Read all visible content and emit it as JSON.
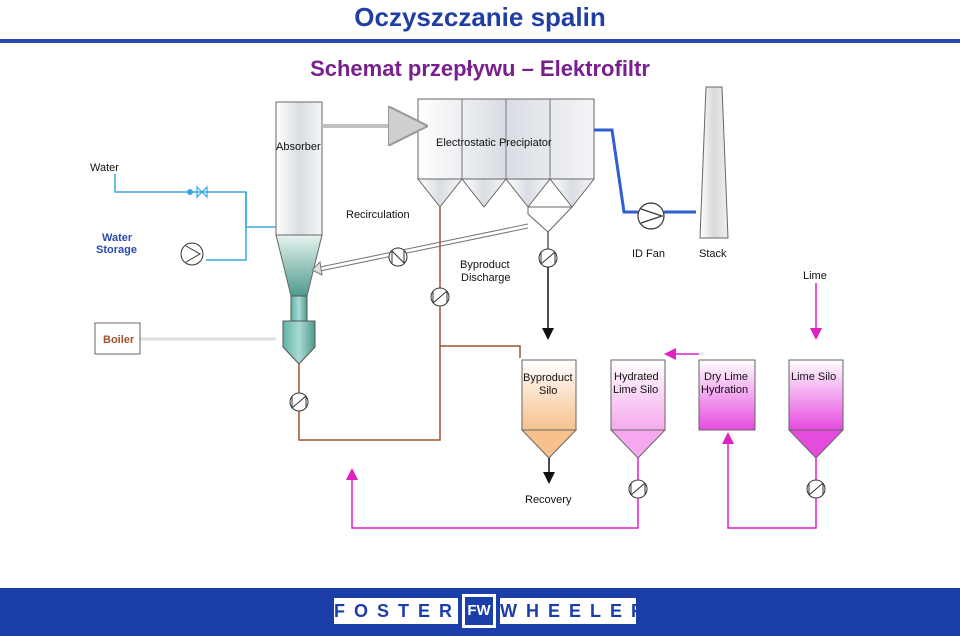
{
  "header": {
    "title": "Oczyszczanie spalin",
    "subtitle": "Schemat przepływu – Elektrofiltr"
  },
  "labels": {
    "water": "Water",
    "absorber": "Absorber",
    "esp": "Electrostatic Precipiator",
    "recirculation": "Recirculation",
    "water_storage_1": "Water",
    "water_storage_2": "Storage",
    "byproduct_discharge_1": "Byproduct",
    "byproduct_discharge_2": "Discharge",
    "id_fan": "ID Fan",
    "stack": "Stack",
    "lime": "Lime",
    "boiler": "Boiler",
    "byproduct_silo_1": "Byproduct",
    "byproduct_silo_2": "Silo",
    "hydrated_lime_silo_1": "Hydrated",
    "hydrated_lime_silo_2": "Lime  Silo",
    "dry_lime_hydration_1": "Dry Lime",
    "dry_lime_hydration_2": "Hydration",
    "lime_silo": "Lime  Silo",
    "recovery": "Recovery"
  },
  "footer": {
    "brand_left": "FOSTER",
    "brand_logo": "FW",
    "brand_right": "WHEELER"
  },
  "colors": {
    "title": "#1f3fa3",
    "subtitle": "#7a1f8f",
    "water_line": "#3aa7e0",
    "flue_gas_blue": "#2f5fd0",
    "byproduct_line": "#a0522d",
    "lime_line": "#e020c0",
    "footer": "#1b3ea8"
  }
}
